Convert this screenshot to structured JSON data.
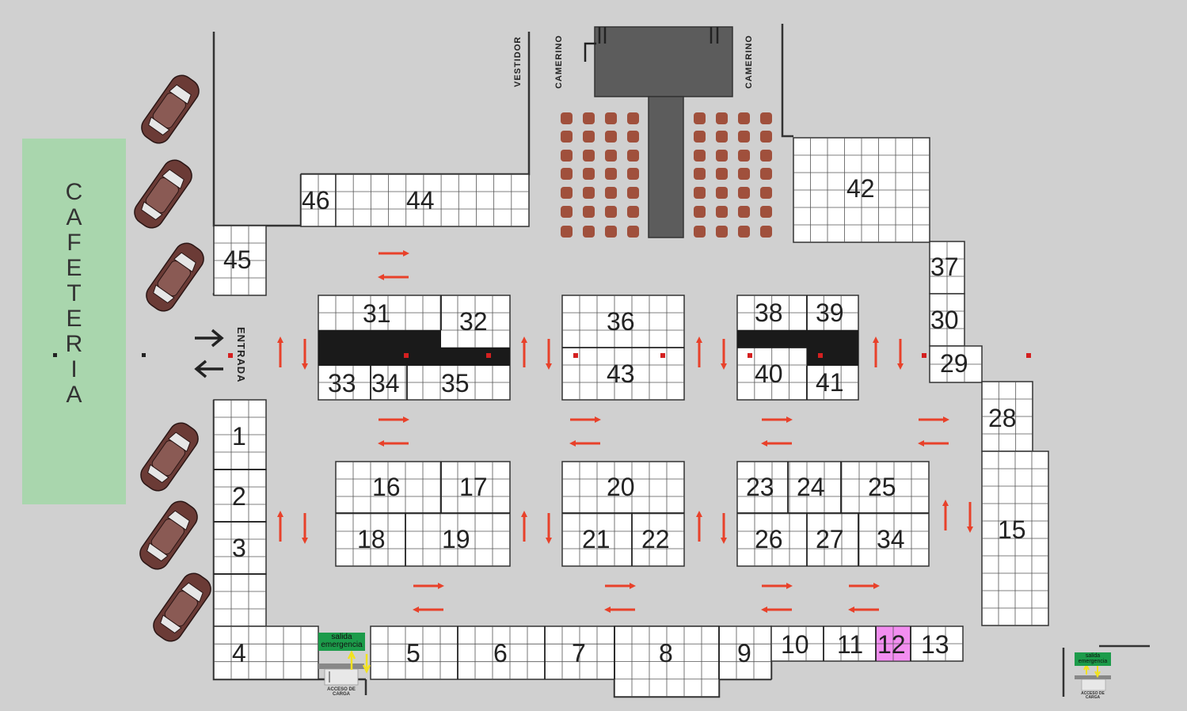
{
  "cafeteria": {
    "label": "CAFETERIA",
    "letters": [
      "C",
      "A",
      "F",
      "E",
      "T",
      "E",
      "R",
      "I",
      "A"
    ]
  },
  "labels": {
    "vestidor": "VESTIDOR",
    "camerino_left": "CAMERINO",
    "camerino_right": "CAMERINO",
    "entrada": "ENTRADA",
    "exit_main": [
      "salida",
      "emergencia"
    ],
    "exit_small": [
      "salida",
      "emergencia"
    ],
    "acceso_main": [
      "ACCESO DE",
      "CARGA"
    ],
    "acceso_small": [
      "ACCESO DE",
      "CARGA"
    ]
  },
  "stalls": [
    {
      "n": "46"
    },
    {
      "n": "44"
    },
    {
      "n": "45"
    },
    {
      "n": "42"
    },
    {
      "n": "37"
    },
    {
      "n": "30"
    },
    {
      "n": "29"
    },
    {
      "n": "28"
    },
    {
      "n": "15"
    },
    {
      "n": "31"
    },
    {
      "n": "32"
    },
    {
      "n": "33"
    },
    {
      "n": "34"
    },
    {
      "n": "35"
    },
    {
      "n": "36"
    },
    {
      "n": "43"
    },
    {
      "n": "38"
    },
    {
      "n": "39"
    },
    {
      "n": "40"
    },
    {
      "n": "41"
    },
    {
      "n": "16"
    },
    {
      "n": "17"
    },
    {
      "n": "18"
    },
    {
      "n": "19"
    },
    {
      "n": "20"
    },
    {
      "n": "21"
    },
    {
      "n": "22"
    },
    {
      "n": "23"
    },
    {
      "n": "24"
    },
    {
      "n": "25"
    },
    {
      "n": "26"
    },
    {
      "n": "27"
    },
    {
      "n": "34"
    },
    {
      "n": "1"
    },
    {
      "n": "2"
    },
    {
      "n": "3"
    },
    {
      "n": "4"
    },
    {
      "n": "5"
    },
    {
      "n": "6"
    },
    {
      "n": "7"
    },
    {
      "n": "8"
    },
    {
      "n": "9"
    },
    {
      "n": "10"
    },
    {
      "n": "11"
    },
    {
      "n": "12",
      "highlight": true
    },
    {
      "n": "13"
    }
  ],
  "colors": {
    "background": "#d0d0d0",
    "cafeteria": "#a9d6ad",
    "stall_fill": "#ffffff",
    "grid_line": "#555555",
    "highlight": "#f28ef0",
    "arrow": "#e8412a",
    "stage": "#5c5c5c",
    "seat": "#a0503c",
    "car": "#6b3b36",
    "exit": "#1c9b4a",
    "exit_arrow": "#f2e21e"
  }
}
